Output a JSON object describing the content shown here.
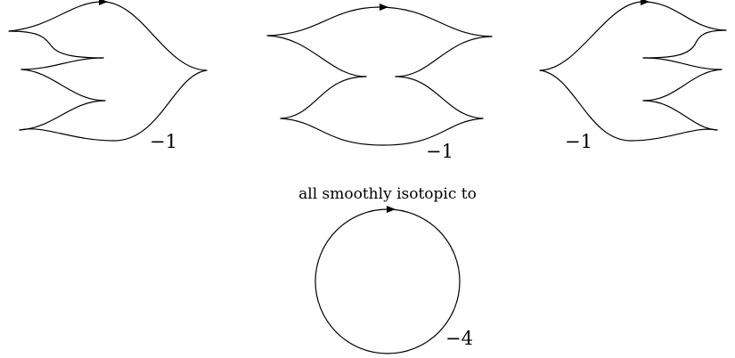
{
  "colors": {
    "stroke": "#000000",
    "background": "#ffffff"
  },
  "diagrams": [
    {
      "label": "−1"
    },
    {
      "label": "−1"
    },
    {
      "label": "−1"
    }
  ],
  "caption": "all smoothly isotopic to",
  "circle": {
    "label": "−4"
  }
}
